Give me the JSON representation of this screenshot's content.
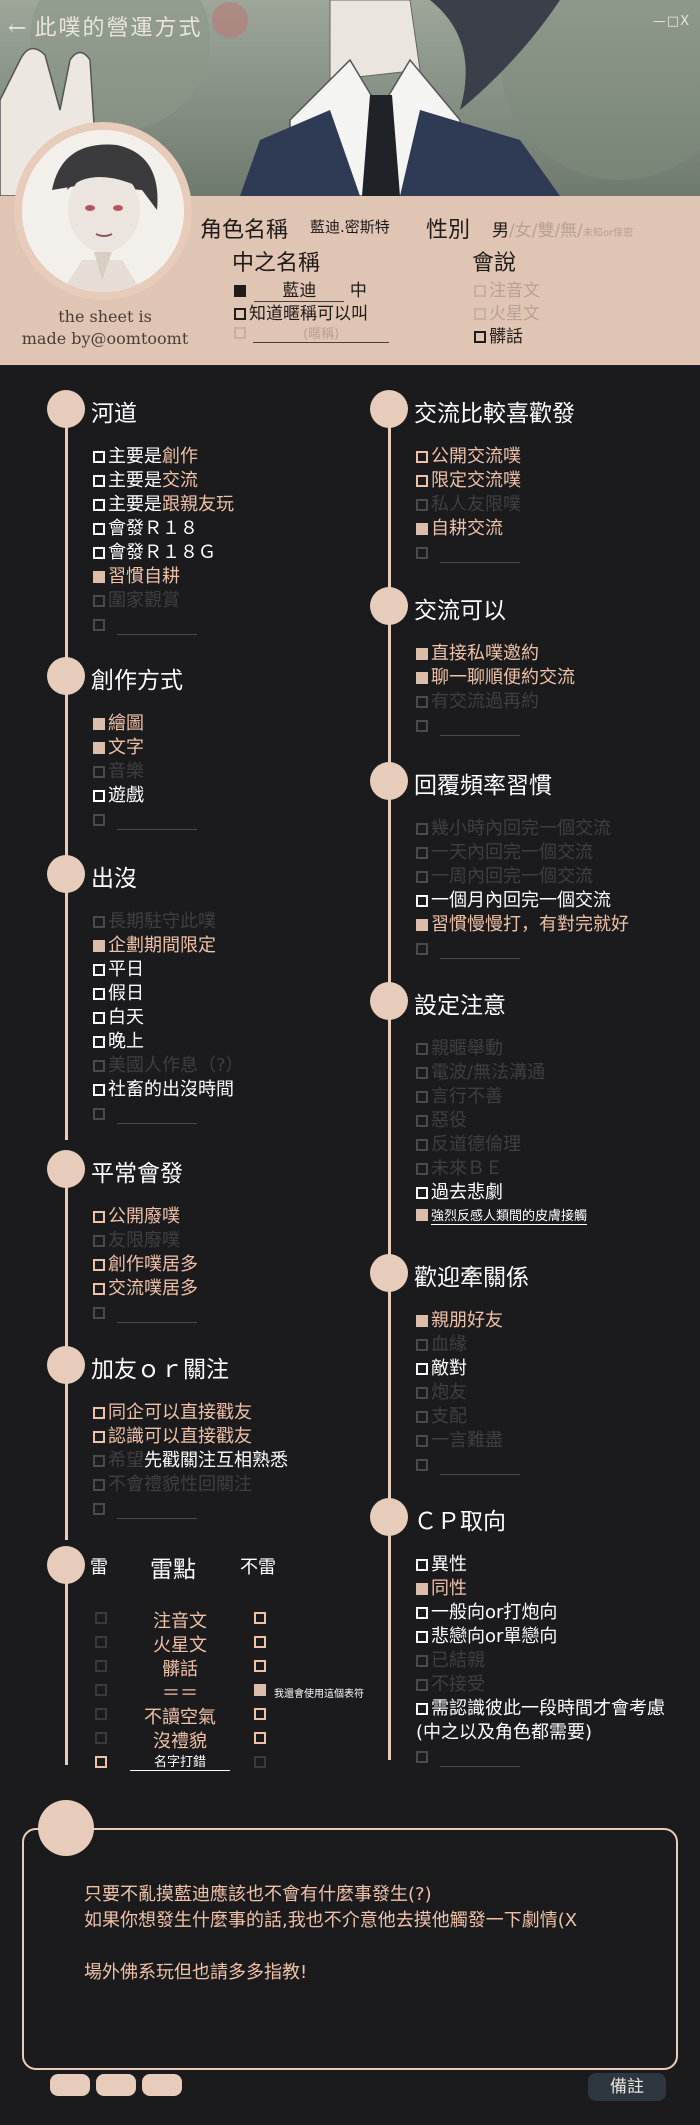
{
  "header": {
    "back_arrow": "←",
    "title": "此噗的營運方式",
    "window_controls": "—□X"
  },
  "credit": {
    "line1": "the sheet is",
    "line2": "made by@oomtoomt"
  },
  "info": {
    "role_name_label": "角色名稱",
    "role_name_value": "藍迪.密斯特",
    "gender_label": "性別",
    "gender_selected": "男",
    "gender_options_rest": "/女/雙/無/",
    "gender_unknown": "未知or保密",
    "chinese_name_label": "中之名稱",
    "chinese_name_value": "藍迪",
    "chinese_name_suffix": "中",
    "know_nickname": "知道暱稱可以叫",
    "nickname_placeholder": "(暱稱)",
    "speaks_label": "會說",
    "speaks": [
      "注音文",
      "火星文",
      "髒話"
    ]
  },
  "sections": {
    "river": {
      "title": "河道",
      "items": [
        {
          "pre": "主要是",
          "hl": "創作",
          "state": "empty"
        },
        {
          "pre": "主要是",
          "hl": "交流",
          "state": "empty"
        },
        {
          "pre": "主要是",
          "hl": "跟親友玩",
          "state": "empty"
        },
        {
          "pre": "會發Ｒ１８",
          "hl": "",
          "state": "empty"
        },
        {
          "pre": "會發Ｒ１８Ｇ",
          "hl": "",
          "state": "empty"
        },
        {
          "pre": "",
          "hl": "習慣自耕",
          "state": "filled"
        },
        {
          "pre": "",
          "hl": "",
          "state": "dim",
          "dim": "圍家觀賞"
        }
      ]
    },
    "create": {
      "title": "創作方式",
      "items": [
        {
          "pre": "",
          "hl": "繪圖",
          "state": "filled"
        },
        {
          "pre": "",
          "hl": "文字",
          "state": "filled"
        },
        {
          "pre": "",
          "hl": "",
          "state": "dim",
          "dim": "音樂"
        },
        {
          "pre": "遊戲",
          "hl": "",
          "state": "empty"
        }
      ]
    },
    "appear": {
      "title": "出沒",
      "items": [
        {
          "pre": "",
          "hl": "",
          "state": "dim",
          "dim": "長期駐守此噗"
        },
        {
          "pre": "",
          "hl": "企劃期間限定",
          "state": "filled"
        },
        {
          "pre": "平日",
          "hl": "",
          "state": "empty"
        },
        {
          "pre": "假日",
          "hl": "",
          "state": "empty"
        },
        {
          "pre": "白天",
          "hl": "",
          "state": "empty"
        },
        {
          "pre": "晚上",
          "hl": "",
          "state": "empty"
        },
        {
          "pre": "",
          "hl": "",
          "state": "dim",
          "dim": "美國人作息（?）"
        },
        {
          "pre": "社畜的出沒時間",
          "hl": "",
          "state": "empty"
        }
      ]
    },
    "post": {
      "title": "平常會發",
      "items": [
        {
          "pre": "",
          "hl": "公開廢噗",
          "state": "emptyhl"
        },
        {
          "pre": "",
          "hl": "",
          "state": "dim",
          "dim": "友限廢噗"
        },
        {
          "pre": "",
          "hl": "創作噗居多",
          "state": "emptyhl"
        },
        {
          "pre": "",
          "hl": "交流噗居多",
          "state": "emptyhl"
        }
      ]
    },
    "friend": {
      "title": "加友ｏｒ關注",
      "items": [
        {
          "pre": "",
          "hl": "同企可以直接戳友",
          "state": "emptyhl"
        },
        {
          "pre": "",
          "hl": "認識可以直接戳友",
          "state": "emptyhl"
        },
        {
          "pre": "",
          "hl": "",
          "state": "mix",
          "dim": "希望",
          "rest": "先戳關注互相熟悉"
        },
        {
          "pre": "",
          "hl": "",
          "state": "dim",
          "dim": "不會禮貌性回關注"
        }
      ]
    },
    "exchange_pref": {
      "title": "交流比較喜歡發",
      "items": [
        {
          "pre": "",
          "hl": "公開交流噗",
          "state": "emptyhl"
        },
        {
          "pre": "",
          "hl": "限定交流噗",
          "state": "emptyhl"
        },
        {
          "pre": "",
          "hl": "",
          "state": "dim",
          "dim": "私人友限噗"
        },
        {
          "pre": "",
          "hl": "自耕交流",
          "state": "filled"
        }
      ]
    },
    "exchange_ok": {
      "title": "交流可以",
      "items": [
        {
          "pre": "",
          "hl": "直接私噗邀約",
          "state": "filled"
        },
        {
          "pre": "",
          "hl": "聊一聊順便約交流",
          "state": "filled"
        },
        {
          "pre": "",
          "hl": "",
          "state": "dim",
          "dim": "有交流過再約"
        }
      ]
    },
    "reply": {
      "title": "回覆頻率習慣",
      "items": [
        {
          "pre": "",
          "hl": "",
          "state": "dim",
          "dim": "幾小時內回完一個交流"
        },
        {
          "pre": "",
          "hl": "",
          "state": "dim",
          "dim": "一天內回完一個交流"
        },
        {
          "pre": "",
          "hl": "",
          "state": "dim",
          "dim": "一周內回完一個交流"
        },
        {
          "pre": "一個月內回完一個交流",
          "hl": "",
          "state": "empty"
        },
        {
          "pre": "",
          "hl": "習慣慢慢打，有對完就好",
          "state": "filled"
        }
      ]
    },
    "setting": {
      "title": "設定注意",
      "items": [
        {
          "pre": "",
          "hl": "",
          "state": "dim",
          "dim": "親暱舉動"
        },
        {
          "pre": "",
          "hl": "",
          "state": "dim",
          "dim": "電波/無法溝通"
        },
        {
          "pre": "",
          "hl": "",
          "state": "dim",
          "dim": "言行不善"
        },
        {
          "pre": "",
          "hl": "",
          "state": "dim",
          "dim": "惡役"
        },
        {
          "pre": "",
          "hl": "",
          "state": "dim",
          "dim": "反道德倫理"
        },
        {
          "pre": "",
          "hl": "",
          "state": "dim",
          "dim": "未來ＢＥ"
        },
        {
          "pre": "過去悲劇",
          "hl": "",
          "state": "empty"
        }
      ],
      "strong_item": "強烈反感人類間的皮膚接觸"
    },
    "bond": {
      "title": "歡迎牽關係",
      "items": [
        {
          "pre": "",
          "hl": "親朋好友",
          "state": "filled"
        },
        {
          "pre": "",
          "hl": "",
          "state": "dim",
          "dim": "血緣"
        },
        {
          "pre": "敵對",
          "hl": "",
          "state": "empty"
        },
        {
          "pre": "",
          "hl": "",
          "state": "dim",
          "dim": "炮友"
        },
        {
          "pre": "",
          "hl": "",
          "state": "dim",
          "dim": "支配"
        },
        {
          "pre": "",
          "hl": "",
          "state": "dim",
          "dim": "一言難盡"
        }
      ]
    },
    "cp": {
      "title": "ＣＰ取向",
      "items": [
        {
          "pre": "異性",
          "hl": "",
          "state": "empty"
        },
        {
          "pre": "",
          "hl": "同性",
          "state": "filled"
        },
        {
          "pre": "一般向or打炮向",
          "hl": "",
          "state": "empty"
        },
        {
          "pre": "悲戀向or單戀向",
          "hl": "",
          "state": "empty"
        },
        {
          "pre": "",
          "hl": "",
          "state": "dim",
          "dim": "已結親"
        },
        {
          "pre": "",
          "hl": "",
          "state": "dim",
          "dim": "不接受"
        },
        {
          "pre": "需認識彼此一段時間才會考慮",
          "hl": "",
          "state": "empty"
        }
      ],
      "last_line2": "(中之以及角色都需要)"
    }
  },
  "thunder": {
    "left_header": "雷",
    "title": "雷點",
    "right_header": "不雷",
    "rows": [
      "注音文",
      "火星文",
      "髒話",
      "＝＝",
      "不讀空氣",
      "沒禮貌",
      "名字打錯"
    ],
    "table_note": "我還會使用這個表符"
  },
  "note": {
    "lines": [
      "只要不亂摸藍迪應該也不會有什麼事發生(?)",
      "如果你想發生什麼事的話,我也不介意他去摸他觸發一下劇情(X",
      "",
      "場外佛系玩但也請多多指教!"
    ]
  },
  "footer": {
    "remark_label": "備註"
  }
}
